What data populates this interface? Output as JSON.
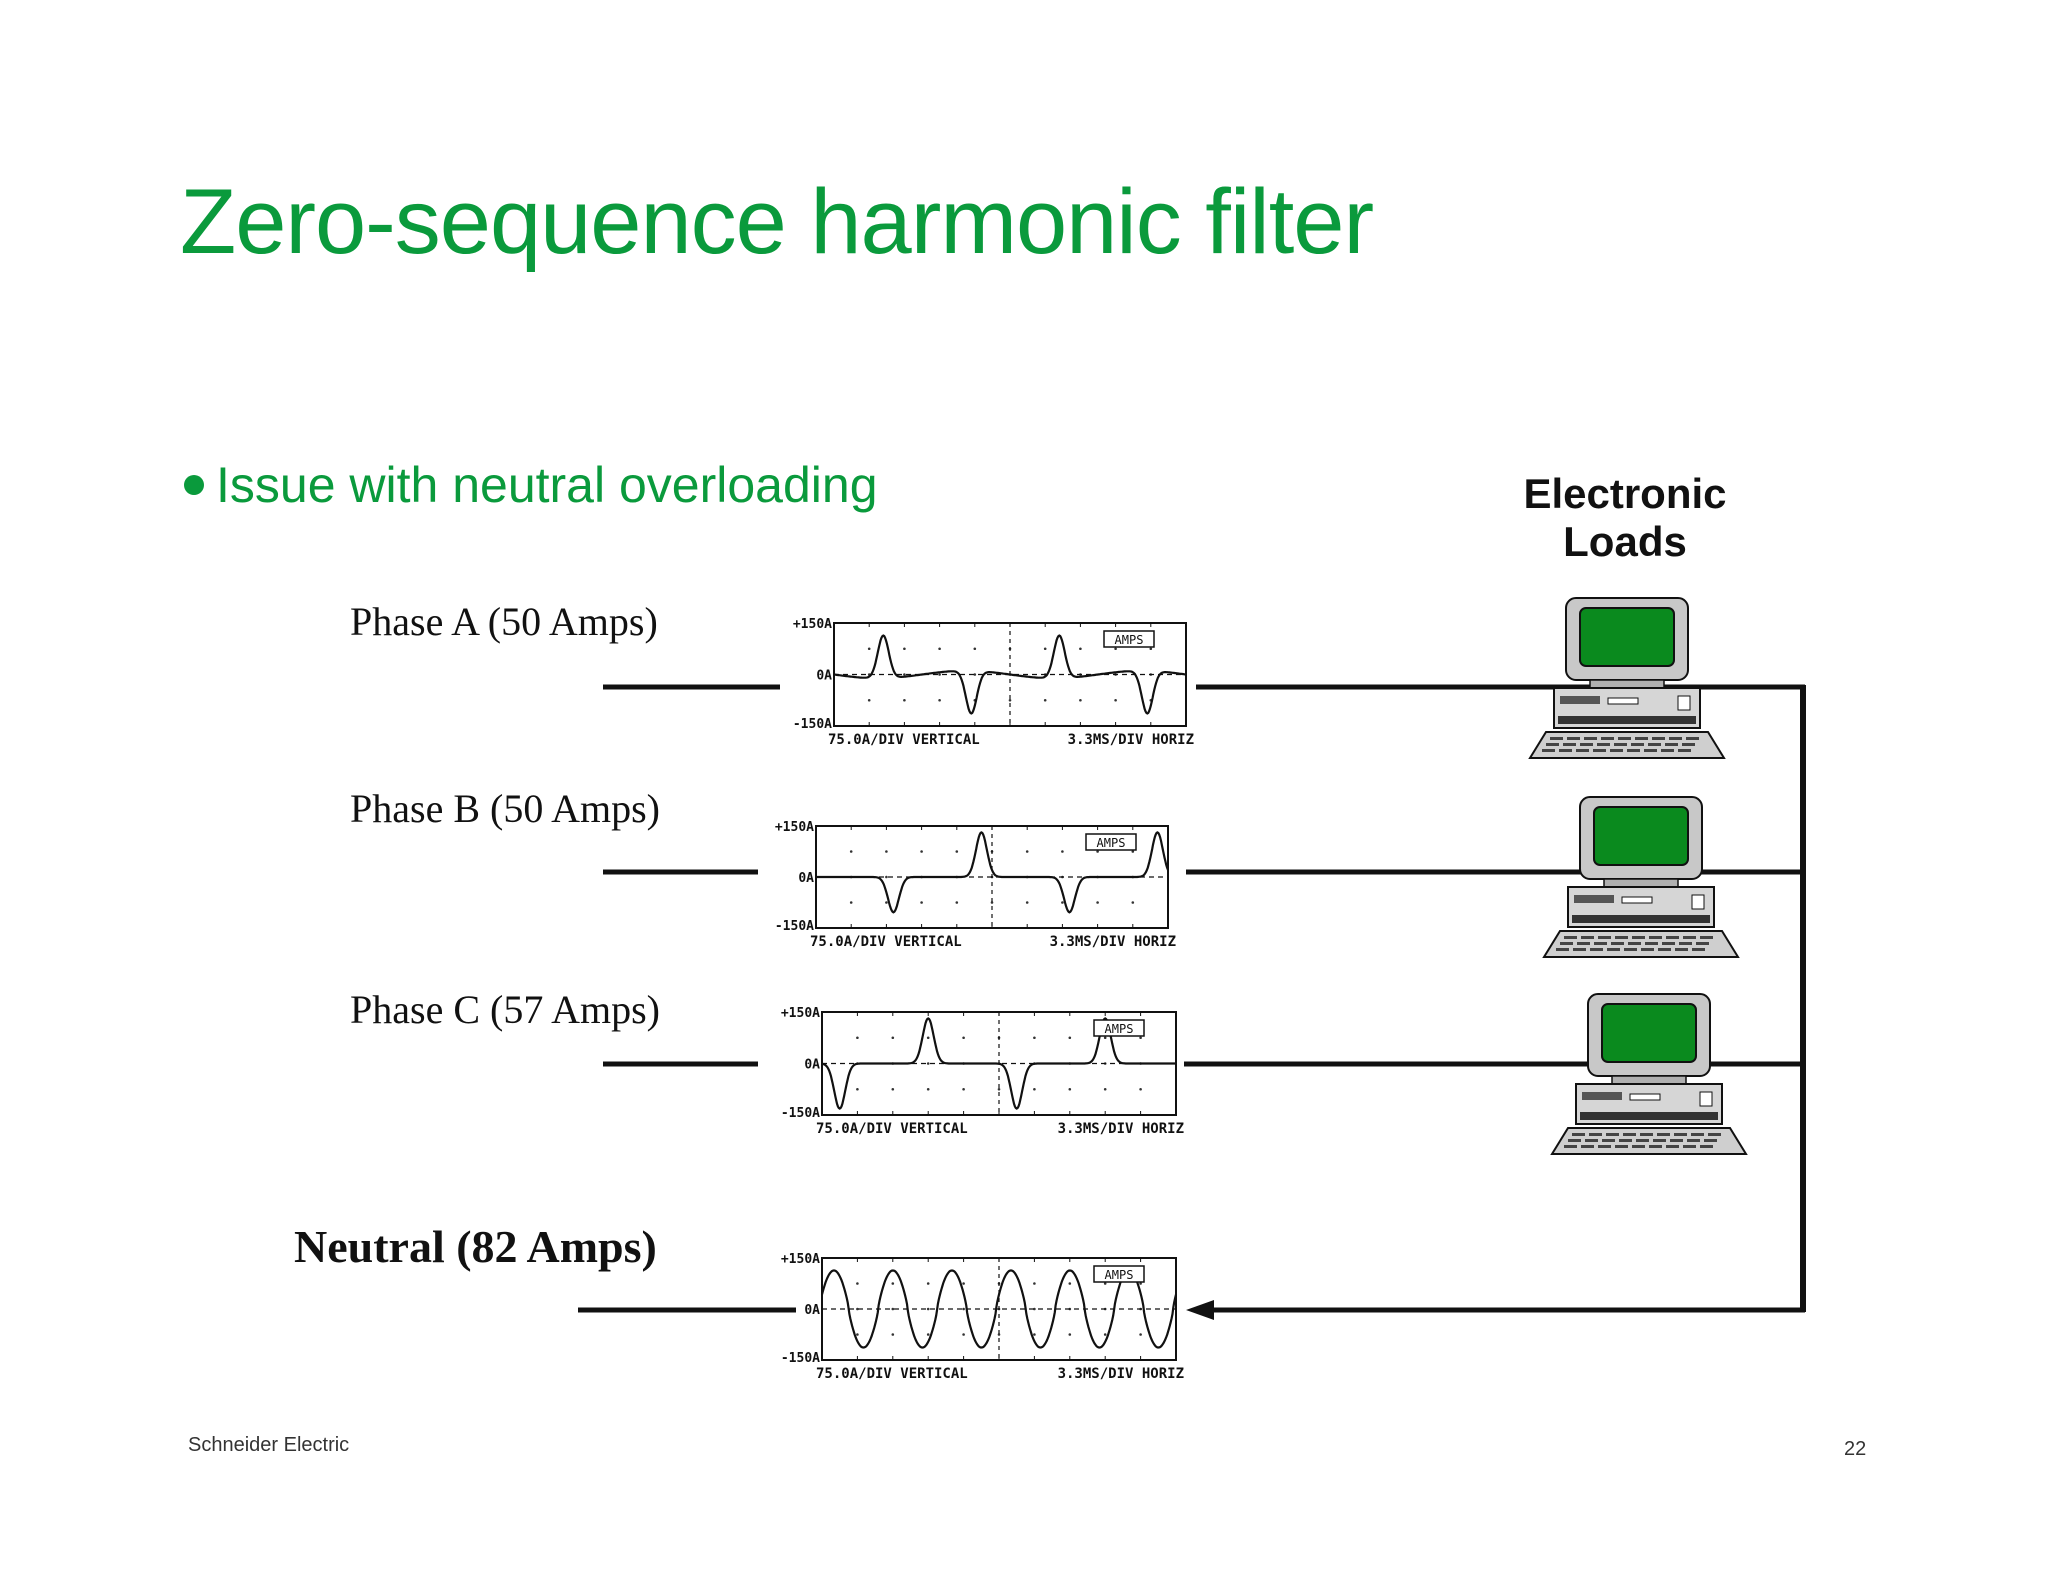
{
  "slide": {
    "title": "Zero-sequence harmonic filter",
    "bullet": "Issue with neutral overloading",
    "loads_label_line1": "Electronic",
    "loads_label_line2": "Loads",
    "footer_company": "Schneider Electric",
    "page_number": "22"
  },
  "phases": [
    {
      "label": "Phase A  (50 Amps)",
      "amps": 50
    },
    {
      "label": "Phase B  (50 Amps)",
      "amps": 50
    },
    {
      "label": "Phase C  (57 Amps)",
      "amps": 57
    },
    {
      "label": "Neutral  (82 Amps)",
      "amps": 82
    }
  ],
  "scope": {
    "y_top_label": "+150A",
    "y_mid_label": "0A",
    "y_bottom_label": "-150A",
    "badge": "AMPS",
    "vertical_caption": "75.0A/DIV VERTICAL",
    "horizontal_caption": "3.3MS/DIV HORIZ"
  },
  "colors": {
    "accent_green": "#0a9a3c",
    "screen_green": "#0a8a1e",
    "line": "#111111"
  }
}
